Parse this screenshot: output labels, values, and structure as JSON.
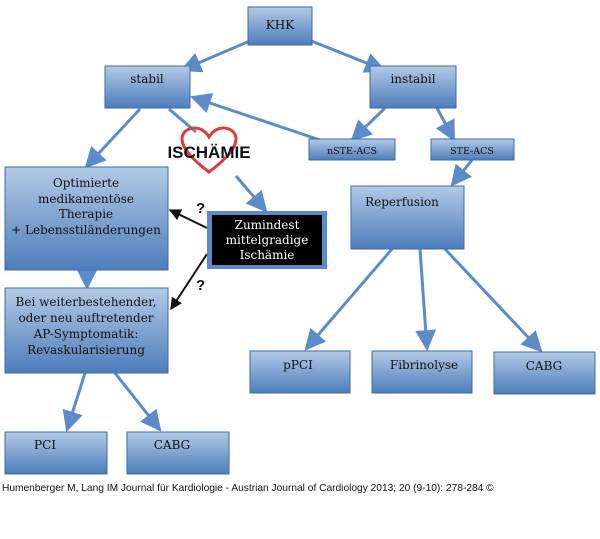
{
  "nodes": {
    "khk": "KHK",
    "stabil": "stabil",
    "instabil": "instabil",
    "nste_acs": "nSTE-ACS",
    "ste_acs": "STE-ACS",
    "optimized": [
      "Optimierte",
      "medikamentöse",
      "Therapie",
      "+ Lebensstiländerungen"
    ],
    "ischemia": [
      "Zumindest",
      "mittelgradige",
      "Ischämie"
    ],
    "revasc": [
      "Bei weiterbestehender,",
      "oder neu auftretender",
      "AP-Symptomatik:",
      "Revaskularisierung"
    ],
    "reperfusion": "Reperfusion",
    "ppci": "pPCI",
    "fibrinolyse": "Fibrinolyse",
    "cabg_right": "CABG",
    "pci": "PCI",
    "cabg_left": "CABG"
  },
  "logo": {
    "text": "ISCHÄMIE",
    "heart_color": "#e0393e"
  },
  "question_marks": [
    "?",
    "?"
  ],
  "colors": {
    "box_fill_top": "#a7c0de",
    "box_fill_bottom": "#4f7fbd",
    "box_border": "#3e6aa5",
    "arrow_blue": "#5b8cc9",
    "arrow_black": "#111111",
    "dark_box": "#000000"
  },
  "caption": "Humenberger M, Lang IM Journal für Kardiologie - Austrian Journal of Cardiology 2013; 20 (9-10): 278-284 ©"
}
